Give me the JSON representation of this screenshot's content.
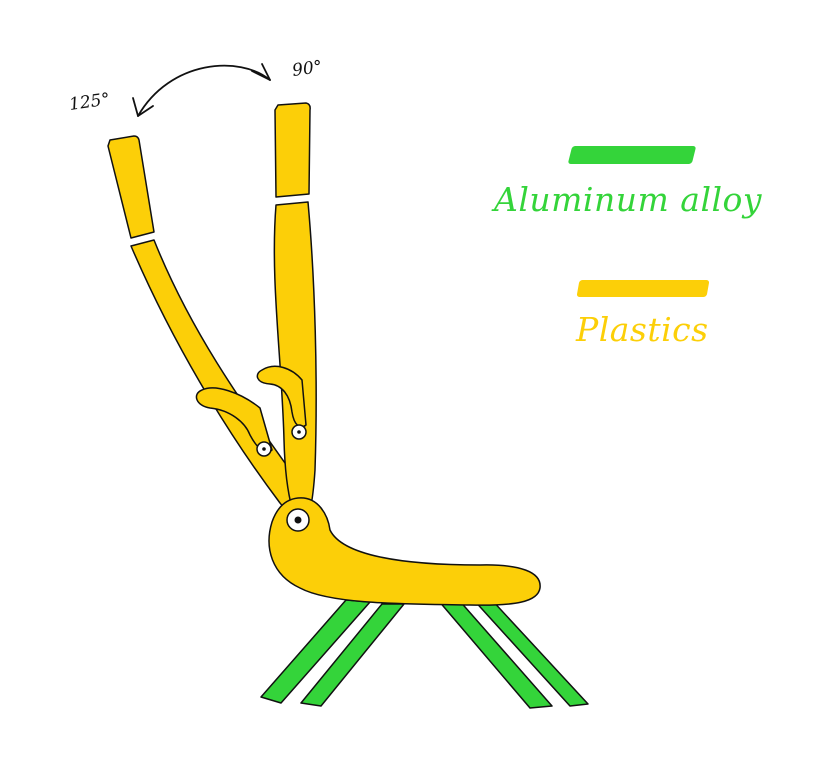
{
  "annotations": {
    "angle_reclined": "125°",
    "angle_upright": "90°"
  },
  "legend": {
    "items": [
      {
        "label": "Aluminum alloy",
        "color": "#34d43a"
      },
      {
        "label": "Plastics",
        "color": "#fccf08"
      }
    ]
  },
  "colors": {
    "plastic": "#fccf08",
    "aluminum": "#34d43a",
    "outline": "#111111",
    "background": "#ffffff"
  }
}
